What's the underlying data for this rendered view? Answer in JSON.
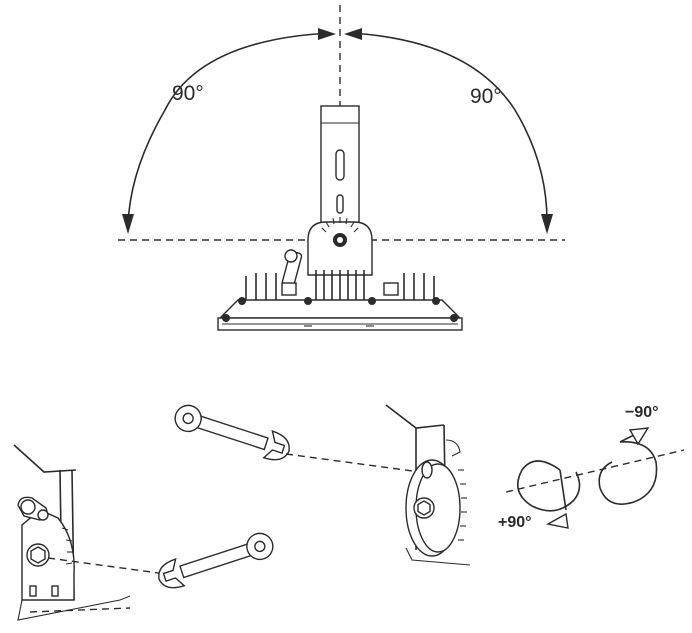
{
  "diagram": {
    "top": {
      "angle_left": "90°",
      "angle_right": "90°"
    },
    "bottom": {
      "rotation_negative": "−90°",
      "rotation_positive": "+90°"
    }
  },
  "colors": {
    "line": "#2b2b2b",
    "background": "#ffffff"
  }
}
